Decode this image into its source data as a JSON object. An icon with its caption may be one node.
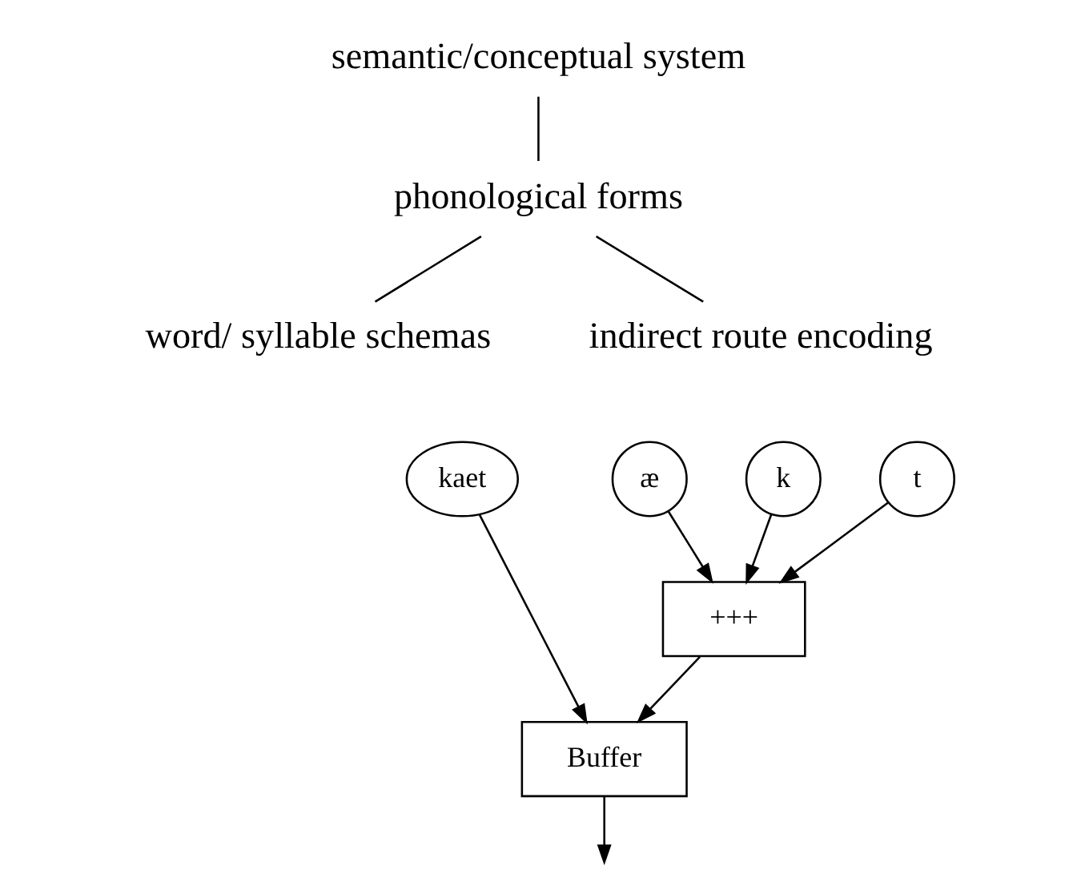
{
  "diagram": {
    "nodes": [
      {
        "text": [
          "semantic/conceptual system"
        ]
      },
      {
        "text": [
          "phonological forms"
        ]
      },
      {
        "text": [
          "word/ syllable schemas"
        ]
      },
      {
        "text": [
          "indirect route encoding"
        ]
      },
      {
        "text": [
          "kaet"
        ]
      },
      {
        "text": [
          "k"
        ]
      },
      {
        "text": [
          "æ"
        ]
      },
      {
        "text": [
          "t"
        ]
      },
      {
        "text": [
          "+++"
        ]
      },
      {
        "text": [
          "Buffer"
        ]
      }
    ],
    "edges": [
      {
        "from": 0,
        "to": 1,
        "arrow": "none"
      },
      {
        "from": 1,
        "to": 2,
        "arrow": "none"
      },
      {
        "from": 1,
        "to": 3,
        "arrow": "none"
      },
      {
        "from": 5,
        "to": 8,
        "arrow": "to"
      },
      {
        "from": 6,
        "to": 8,
        "arrow": "to"
      },
      {
        "from": 7,
        "to": 8,
        "arrow": "to"
      },
      {
        "from": 4,
        "to": 9,
        "arrow": "to"
      },
      {
        "from": 8,
        "to": 9,
        "arrow": "to"
      },
      {
        "from": 9,
        "to": null,
        "arrow": "to"
      }
    ]
  }
}
